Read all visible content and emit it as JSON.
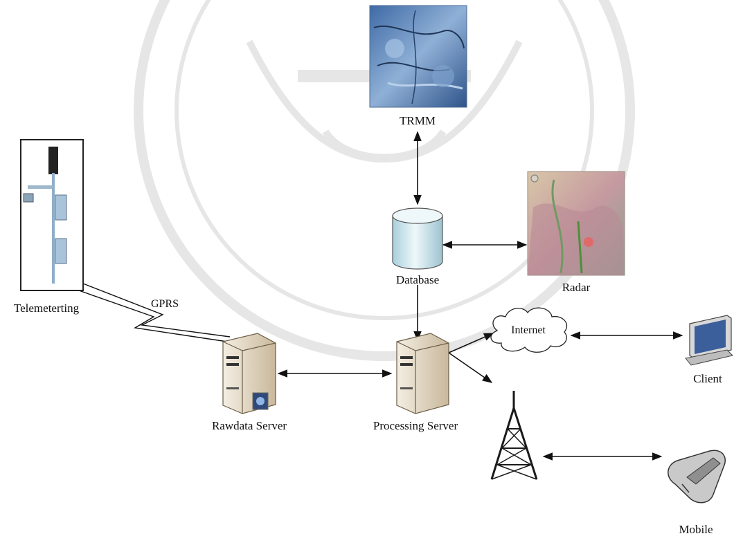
{
  "labels": {
    "trmm": "TRMM",
    "radar": "Radar",
    "database": "Database",
    "telemetering": "Telemeterting",
    "gprs": "GPRS",
    "internet": "Internet",
    "client": "Client",
    "rawdata_server": "Rawdata Server",
    "processing_server": "Processing Server",
    "mobile": "Mobile"
  },
  "colors": {
    "line": "#111111",
    "satellite": "#5a7fb0",
    "radar_map": "#c9a8a2",
    "cylinder": "#cfe6ee",
    "server": "#e9ddc9",
    "tower": "#1a1a1a",
    "watermark": "#e3e3e3"
  },
  "icons": {
    "trmm": "satellite-image-icon",
    "radar": "radar-map-icon",
    "database": "database-cylinder-icon",
    "telemetering": "telemetry-station-icon",
    "internet": "cloud-icon",
    "client": "computer-monitor-icon",
    "rawdata_server": "server-tower-icon",
    "processing_server": "server-tower-icon",
    "tower": "transmission-tower-icon",
    "mobile": "mobile-phone-icon"
  }
}
